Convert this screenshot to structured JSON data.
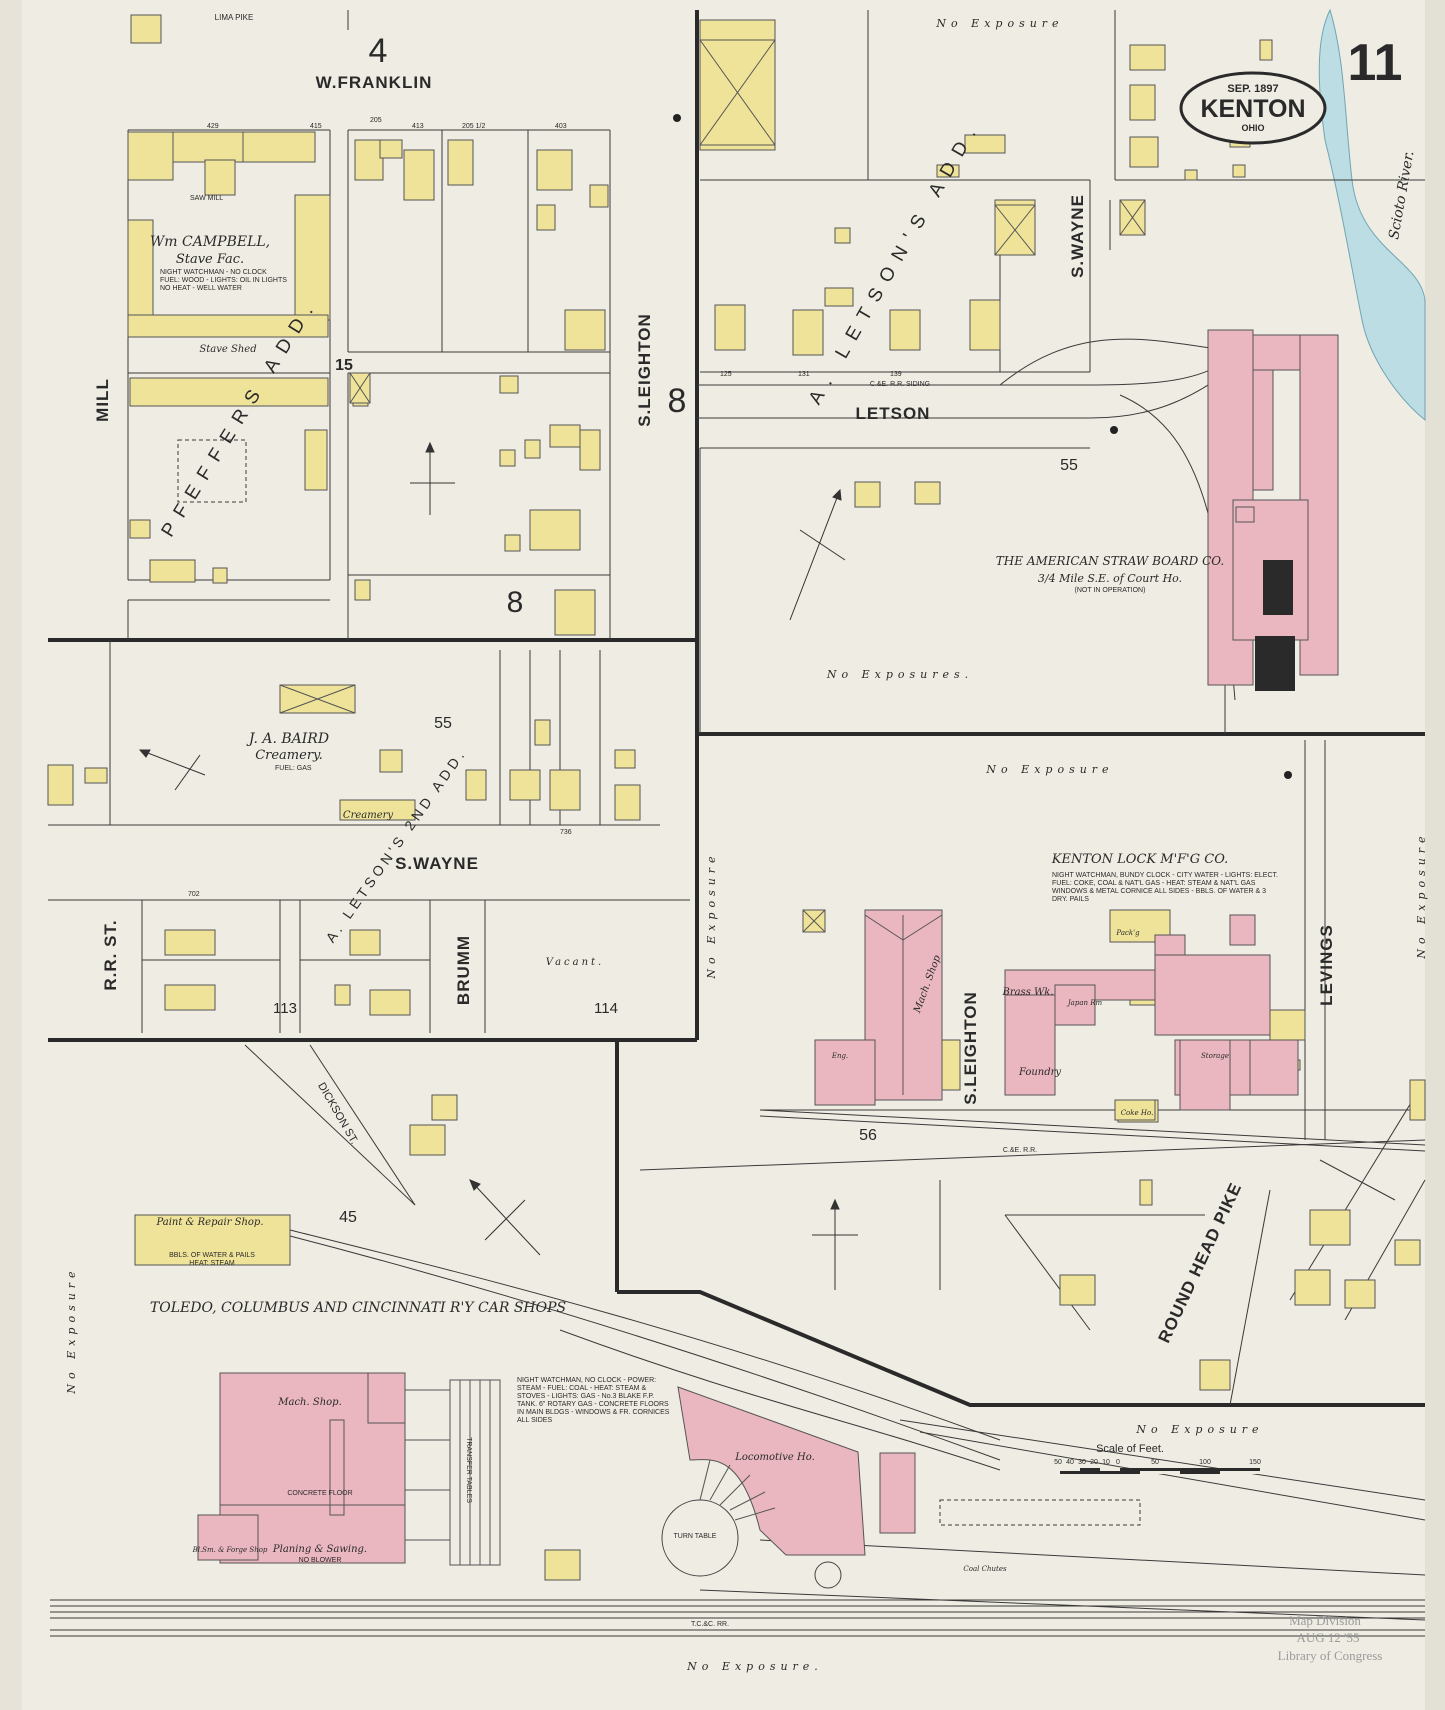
{
  "sheet": {
    "number": "11",
    "date": "SEP. 1897",
    "city": "KENTON",
    "state": "OHIO",
    "stamp": [
      "Map Division",
      "AUG 12 '55",
      "Library of Congress"
    ]
  },
  "block_numbers": [
    "4",
    "8",
    "8",
    "15",
    "55",
    "55",
    "56",
    "45",
    "113",
    "114"
  ],
  "streets": {
    "w_franklin": "W.FRANKLIN",
    "mill": "MILL",
    "s_leighton": "S.LEIGHTON",
    "s_leighton_2": "S.LEIGHTON",
    "letson": "LETSON",
    "s_wayne": "S.WAYNE",
    "s_wayne_2": "S.WAYNE",
    "rr_st": "R.R. ST.",
    "brumm": "BRUMM",
    "levings": "LEVINGS",
    "round_head_pike": "ROUND HEAD PIKE",
    "dickson": "DICKSON ST.",
    "lima_pike": "LIMA PIKE",
    "scioto": "Scioto River."
  },
  "additions": {
    "letson_add": "A. LETSON'S ADD.",
    "pfeffers_add": "PFEFFERS ADD.",
    "letson_2nd": "A. LETSON'S 2ND ADD."
  },
  "businesses": {
    "campbell_name": "Wm CAMPBELL,",
    "campbell_type": "Stave Fac.",
    "campbell_note1": "NIGHT WATCHMAN - NO CLOCK",
    "campbell_note2": "FUEL: WOOD - LIGHTS: OIL IN LIGHTS",
    "campbell_note3": "NO HEAT - WELL WATER",
    "stave_shed": "Stave Shed",
    "saw_mill": "SAW MILL",
    "baird_name": "J. A. BAIRD",
    "baird_type": "Creamery.",
    "baird_fuel": "FUEL: GAS",
    "creamery": "Creamery",
    "straw_name": "THE AMERICAN STRAW BOARD CO.",
    "straw_loc": "3/4 Mile S.E. of Court Ho.",
    "straw_status": "(NOT IN OPERATION)",
    "lock_name": "KENTON LOCK M'F'G CO.",
    "lock_note1": "NIGHT WATCHMAN, BUNDY CLOCK - CITY WATER - LIGHTS: ELECT.",
    "lock_note2": "FUEL: COKE, COAL & NAT'L GAS - HEAT: STEAM & NAT'L GAS",
    "lock_note3": "WINDOWS & METAL CORNICE ALL SIDES - BBLS. OF WATER & 3",
    "lock_note4": "DRY. PAILS",
    "mach_shop": "Mach. Shop",
    "foundry": "Foundry",
    "brass_wk": "Brass Wk.",
    "japan_rm": "Japan Rm",
    "storage": "Storage",
    "packg": "Pack'g",
    "coke_ho": "Coke Ho.",
    "eng": "Eng.",
    "paint_shop": "Paint & Repair Shop.",
    "paint_note1": "BBLS. OF WATER & PAILS",
    "paint_note2": "HEAT: STEAM",
    "tcc_name": "TOLEDO, COLUMBUS AND CINCINNATI R'Y CAR SHOPS",
    "tcc_mach": "Mach. Shop.",
    "planing": "Planing & Sawing.",
    "no_blower": "NO BLOWER",
    "bl_sm": "Bl.Sm. & Forge Shop",
    "concrete_floor": "CONCRETE FLOOR",
    "transfer": "TRANSFER TABLES",
    "loco": "Locomotive Ho.",
    "turn_table": "TURN TABLE",
    "coal_chutes": "Coal Chutes",
    "tcc_note1": "NIGHT WATCHMAN, NO CLOCK - POWER:",
    "tcc_note2": "STEAM - FUEL: COAL - HEAT: STEAM &",
    "tcc_note3": "STOVES - LIGHTS: GAS - No.3 BLAKE F.P.",
    "tcc_note4": "TANK. 6\" ROTARY GAS - CONCRETE FLOORS",
    "tcc_note5": "IN MAIN BLDGS - WINDOWS & FR. CORNICES",
    "tcc_note6": "ALL SIDES"
  },
  "exposures": {
    "top": "No Exposure",
    "mid": "No Exposures.",
    "right_top": "No Exposure",
    "bottom": "No Exposure",
    "very_bottom": "No Exposure.",
    "left": "No Exposure",
    "right": "No Exposure",
    "center": "No Exposure",
    "vacant": "Vacant."
  },
  "railroads": {
    "cse": "C.&E. R.R.",
    "cse_siding": "C.&E. R.R. SIDING",
    "tcc": "T.C.&C. RR."
  },
  "scale": {
    "label": "Scale of Feet.",
    "ticks": [
      "50",
      "40",
      "30",
      "20",
      "10",
      "0",
      "50",
      "100",
      "150"
    ]
  },
  "lot_numbers": [
    "429",
    "415",
    "205",
    "413",
    "205 1/2",
    "403",
    "702",
    "736",
    "125",
    "131",
    "139"
  ],
  "colors": {
    "frame": "#efe39a",
    "brick": "#eab7c0",
    "river": "#bcdde4",
    "paper": "#efece3"
  }
}
